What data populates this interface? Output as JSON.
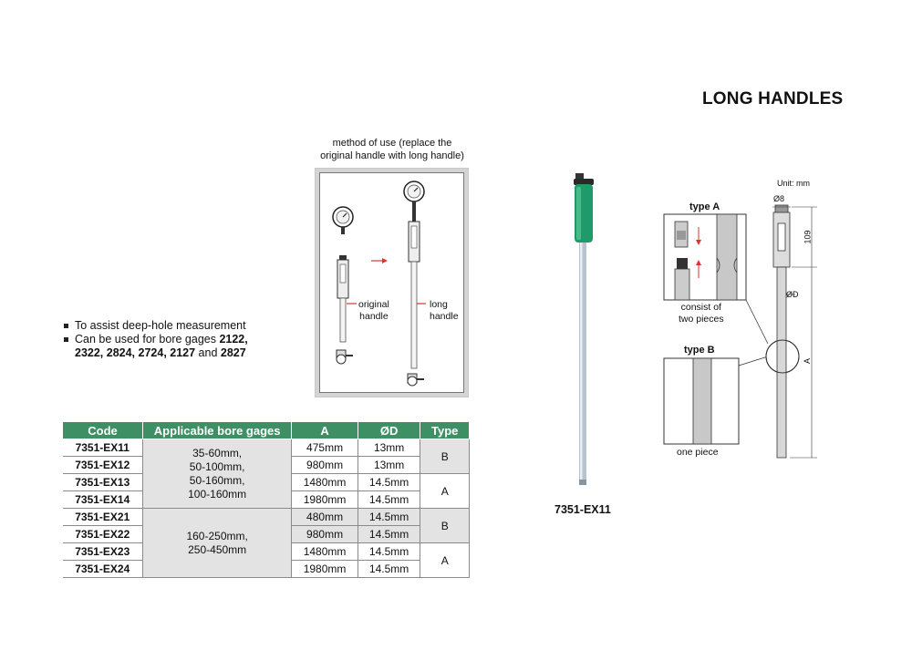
{
  "title": "LONG HANDLES",
  "method": {
    "caption_line1": "method of use (replace the",
    "caption_line2": "original handle with long handle)",
    "original_label_line1": "original",
    "original_label_line2": "handle",
    "long_label_line1": "long",
    "long_label_line2": "handle"
  },
  "bullets": [
    {
      "text": "To assist deep-hole measurement"
    },
    {
      "prefix": "Can be used for bore gages ",
      "bold1": "2122,",
      "bold2": "2322, 2824, 2724, 2127",
      "and": " and ",
      "bold3": "2827"
    }
  ],
  "table": {
    "headers": [
      "Code",
      "Applicable bore gages",
      "A",
      "ØD",
      "Type"
    ],
    "group1_gages": [
      "35-60mm,",
      "50-100mm,",
      "50-160mm,",
      "100-160mm"
    ],
    "group2_gages": [
      "160-250mm,",
      "250-450mm"
    ],
    "rows": [
      {
        "code": "7351-EX11",
        "a": "475mm",
        "d": "13mm"
      },
      {
        "code": "7351-EX12",
        "a": "980mm",
        "d": "13mm"
      },
      {
        "code": "7351-EX13",
        "a": "1480mm",
        "d": "14.5mm"
      },
      {
        "code": "7351-EX14",
        "a": "1980mm",
        "d": "14.5mm"
      },
      {
        "code": "7351-EX21",
        "a": "480mm",
        "d": "14.5mm"
      },
      {
        "code": "7351-EX22",
        "a": "980mm",
        "d": "14.5mm"
      },
      {
        "code": "7351-EX23",
        "a": "1480mm",
        "d": "14.5mm"
      },
      {
        "code": "7351-EX24",
        "a": "1980mm",
        "d": "14.5mm"
      }
    ],
    "types": [
      "B",
      "A",
      "B",
      "A"
    ]
  },
  "product": {
    "label": "7351-EX11"
  },
  "drawing": {
    "unit": "Unit: mm",
    "type_a": "type A",
    "type_b": "type B",
    "consist_line1": "consist of",
    "consist_line2": "two pieces",
    "one_piece": "one piece",
    "dim_d8": "Ø8",
    "dim_109": "109",
    "dim_d": "ØD",
    "dim_a": "A"
  },
  "colors": {
    "header_green": "#3e8f64",
    "handle_green": "#1f9a6a",
    "arrow_red": "#e03030"
  }
}
